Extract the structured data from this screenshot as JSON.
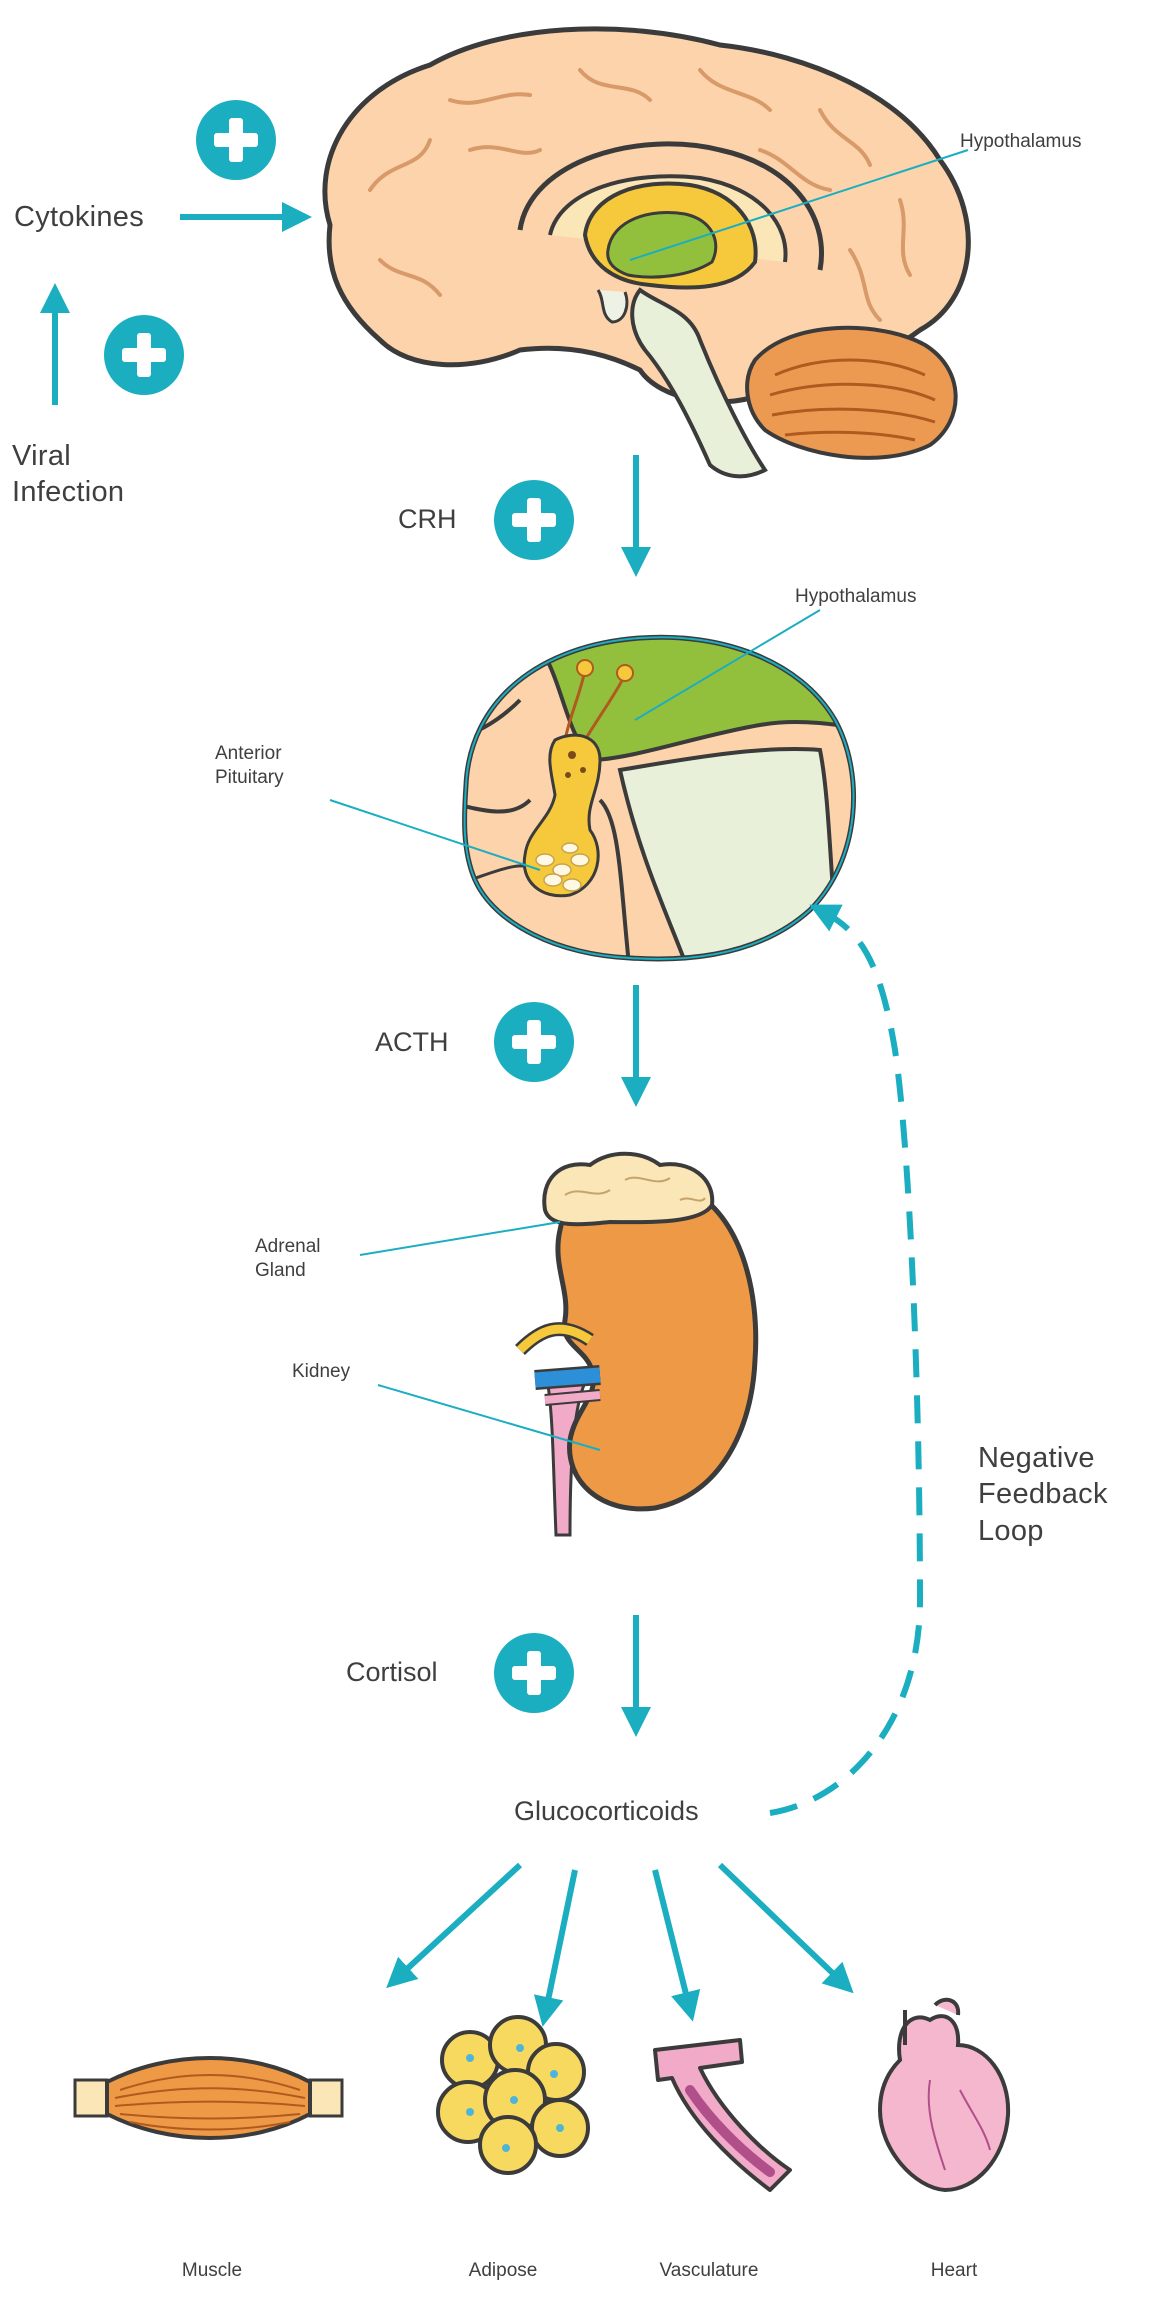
{
  "inputs": {
    "cytokines": "Cytokines",
    "viral_infection": [
      "Viral",
      "Infection"
    ]
  },
  "hormones": {
    "crh": "CRH",
    "acth": "ACTH",
    "cortisol": "Cortisol"
  },
  "brain": {
    "hypothalamus": "Hypothalamus"
  },
  "pituitary_inset": {
    "hypothalamus": "Hypothalamus",
    "anterior_pituitary": [
      "Anterior",
      "Pituitary"
    ]
  },
  "kidney_section": {
    "adrenal_gland": [
      "Adrenal",
      "Gland"
    ],
    "kidney": "Kidney"
  },
  "feedback": {
    "label": [
      "Negative",
      "Feedback",
      "Loop"
    ]
  },
  "output": {
    "glucocorticoids": "Glucocorticoids"
  },
  "targets": [
    "Muscle",
    "Adipose",
    "Vasculature",
    "Heart"
  ],
  "colors": {
    "accent": "#1aaec0",
    "brain": "#fcd3ab",
    "hypothalamus": "#93c03c",
    "cerebellum": "#ec9a52",
    "kidney": "#ee9946",
    "adipose": "#f8d960",
    "vessel": "#f1aac8",
    "heart": "#f5b7ce"
  },
  "icons": [
    "plus-icon",
    "arrow-icon"
  ]
}
